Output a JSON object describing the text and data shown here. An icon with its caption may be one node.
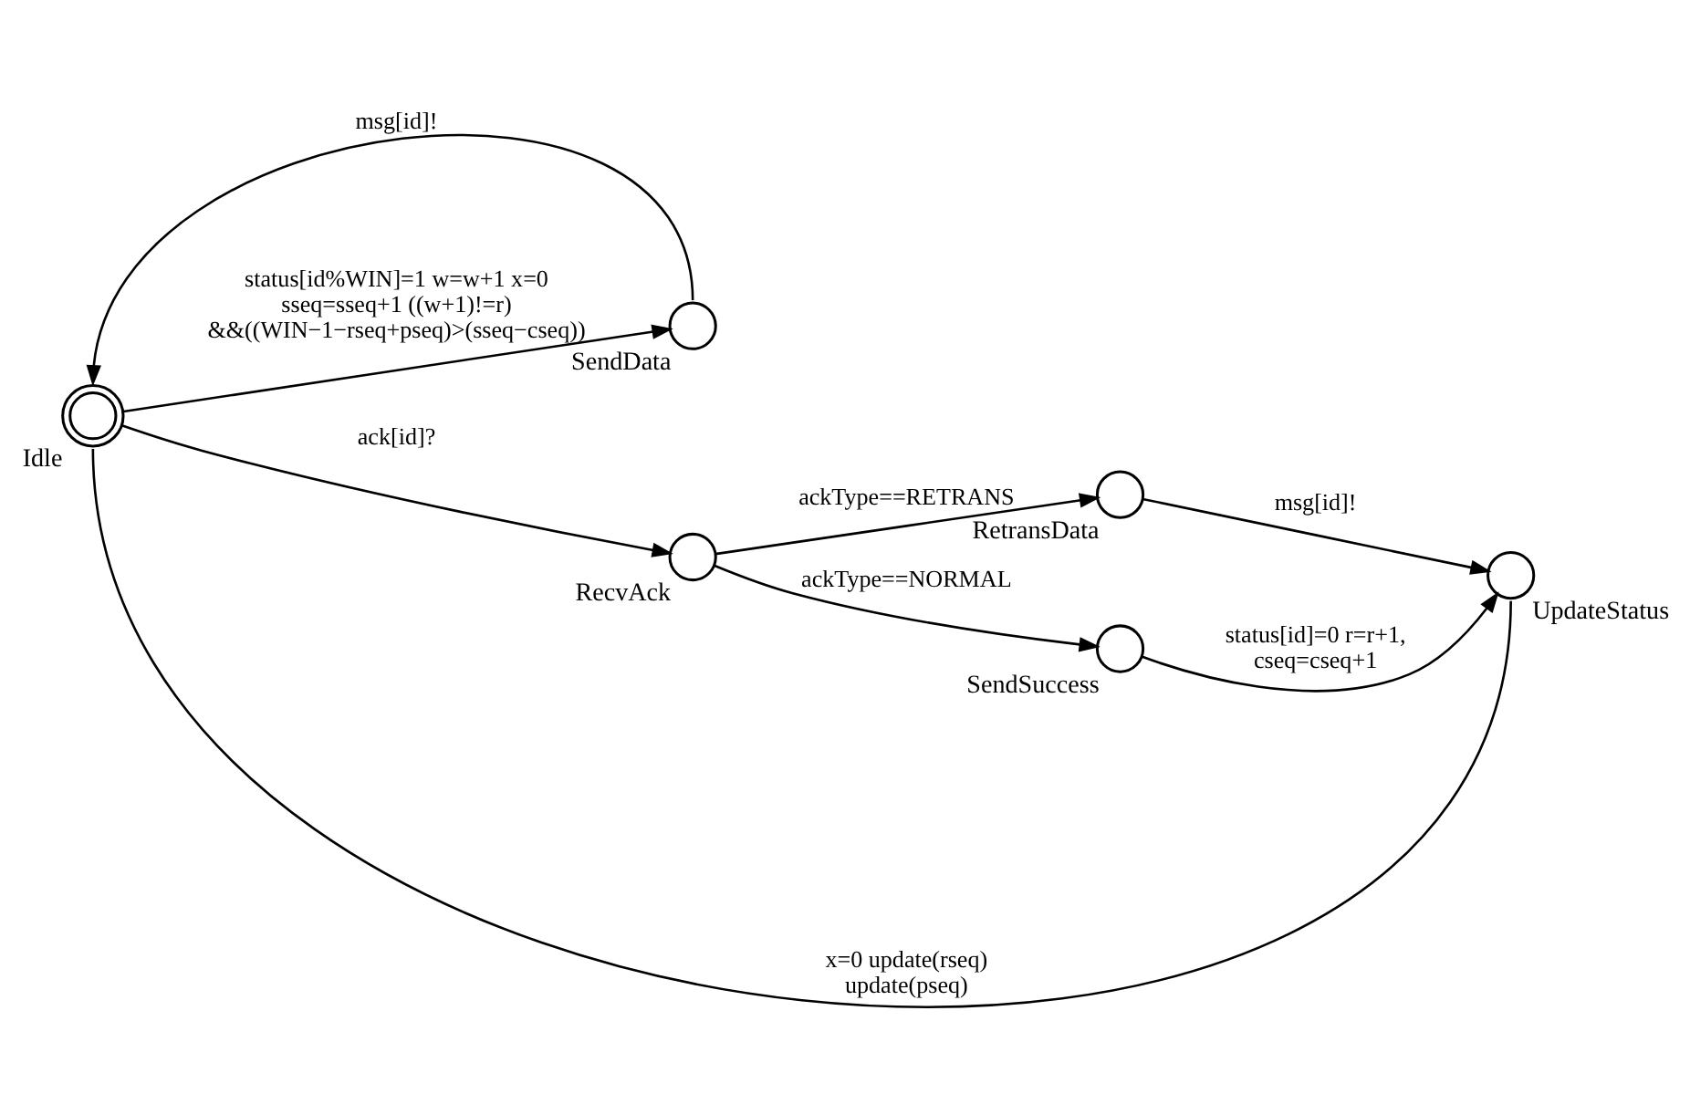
{
  "diagram": {
    "nodes": [
      {
        "text": [],
        "shape": "doublecircle",
        "beside": [
          "Idle"
        ]
      },
      {
        "text": [],
        "shape": "circle",
        "beside": [
          "SendData"
        ]
      },
      {
        "text": [],
        "shape": "circle",
        "beside": [
          "RecvAck"
        ]
      },
      {
        "text": [],
        "shape": "circle",
        "beside": [
          "RetransData"
        ]
      },
      {
        "text": [],
        "shape": "circle",
        "beside": [
          "SendSuccess"
        ]
      },
      {
        "text": [],
        "shape": "circle",
        "beside": [
          "UpdateStatus"
        ]
      }
    ],
    "edges": [
      {
        "from": 1,
        "to": 0,
        "arrow": "to",
        "label": "msg[id]!"
      },
      {
        "from": 0,
        "to": 1,
        "arrow": "to",
        "label": "status[id%WIN]=1 w=w+1 x=0 sseq=sseq+1 ((w+1)!=r) &&((WIN−1−rseq+pseq)>(sseq−cseq))"
      },
      {
        "from": 0,
        "to": 2,
        "arrow": "to",
        "label": "ack[id]?"
      },
      {
        "from": 2,
        "to": 3,
        "arrow": "to",
        "label": "ackType==RETRANS"
      },
      {
        "from": 2,
        "to": 4,
        "arrow": "to",
        "label": "ackType==NORMAL"
      },
      {
        "from": 3,
        "to": 5,
        "arrow": "to",
        "label": "msg[id]!"
      },
      {
        "from": 4,
        "to": 5,
        "arrow": "to",
        "label": "status[id]=0 r=r+1, cseq=cseq+1"
      },
      {
        "from": 5,
        "to": 0,
        "arrow": "none",
        "label": "x=0 update(rseq) update(pseq)"
      }
    ]
  }
}
